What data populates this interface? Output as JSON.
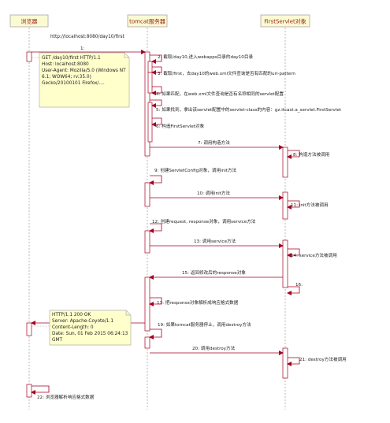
{
  "participants": [
    {
      "id": "browser",
      "label": "浏览器"
    },
    {
      "id": "tomcat",
      "label": "tomcat服务器"
    },
    {
      "id": "servlet",
      "label": "FirstServlet对象"
    }
  ],
  "request_url": "http://localhost:8080/day10/first",
  "messages": [
    {
      "label": "1:"
    },
    {
      "label": "2: 截取/day10,进入webapps目录的day10目录"
    },
    {
      "label": "3: 截取/first，去day10的web.xml文件查询是否有匹配的url-pattern"
    },
    {
      "label": "4: 如果匹配，在web.xml文件查询是否有名称相同的servlet配置"
    },
    {
      "label": "5: 如果找到，拿出该servlet配置中的servlet-class的内容：gz.itcast.a_servlet.FirstServlet"
    },
    {
      "label": "6: 构造FirstServlet对象"
    },
    {
      "label": "7: 调用构造方法"
    },
    {
      "label": "8: 构造方法被调用"
    },
    {
      "label": "9: 创建ServletConfig对象，调用init方法"
    },
    {
      "label": "10: 调用init方法"
    },
    {
      "label": "11: init方法被调用"
    },
    {
      "label": "12: 创建request, response对象，调用service方法"
    },
    {
      "label": "13: 调用service方法"
    },
    {
      "label": "14: service方法被调用"
    },
    {
      "label": "15: 返回修改后的response对象"
    },
    {
      "label": "16:"
    },
    {
      "label": "17: 把response对象解析成响应格式数据"
    },
    {
      "label": "19: 如果tomcat服务器停止，调用destroy方法"
    },
    {
      "label": "20: 调用destroy方法"
    },
    {
      "label": "21: destroy方法被调用"
    },
    {
      "label": "22: 浏览器解析响应格式数据"
    }
  ],
  "notes": {
    "request": [
      "GET /day10/first HTTP/1.1",
      "Host: localhost:8080",
      "User-Agent: Mozilla/5.0 (Windows NT",
      "6.1; WOW64; rv:35.0)",
      "Gecko/20100101 Firefox/...."
    ],
    "response": [
      "HTTP/1.1 200 OK",
      "Server: Apache-Coyote/1.1",
      "Content-Length: 0",
      "Date: Sun, 01 Feb 2015 06:24:13",
      "GMT"
    ]
  },
  "colors": {
    "header_fill": "#fbfbd2",
    "header_border": "#b0a2a2",
    "header_text": "#9b1c1c",
    "lifeline": "#b0a2a2",
    "arrow": "#a50021",
    "activation_border": "#a50021",
    "note_fill": "#ffffcc",
    "note_border": "#b0b0b0"
  }
}
